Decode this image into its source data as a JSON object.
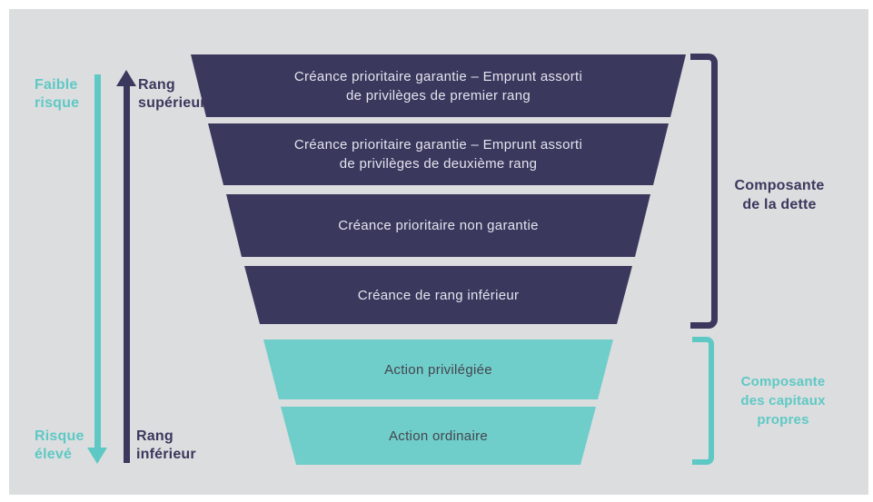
{
  "colors": {
    "navy": "#3A385D",
    "teal-box": "#6FCDCA",
    "teal-accent": "#5EC9C4",
    "bg": "#DCDDDF",
    "text-light": "#E3E4EE",
    "text-dark": "#45454F"
  },
  "left_gauge": {
    "low_risk_label": "Faible\nrisque",
    "high_risk_label": "Risque\nélevé",
    "senior_rank_label": "Rang\nsupérieur",
    "junior_rank_label": "Rang\ninférieur"
  },
  "funnel": {
    "rows": [
      {
        "label": "Créance prioritaire garantie – Emprunt assorti\nde privilèges de premier rang",
        "type": "debt"
      },
      {
        "label": "Créance prioritaire garantie – Emprunt assorti\nde privilèges de deuxième rang",
        "type": "debt"
      },
      {
        "label": "Créance prioritaire non garantie",
        "type": "debt"
      },
      {
        "label": "Créance de rang inférieur",
        "type": "debt"
      },
      {
        "label": "Action privilégiée",
        "type": "equity"
      },
      {
        "label": "Action ordinaire",
        "type": "equity"
      }
    ]
  },
  "brackets": {
    "debt": {
      "label": "Composante\nde la dette"
    },
    "equity": {
      "label": "Composante\ndes capitaux\npropres"
    }
  }
}
